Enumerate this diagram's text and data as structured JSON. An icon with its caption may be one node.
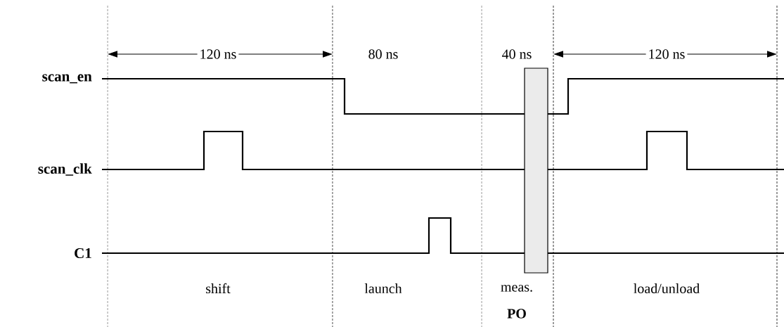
{
  "diagram": {
    "labels": [
      "120 ns",
      "80 ns",
      "40 ns",
      "120 ns",
      "scan_en",
      "scan_clk",
      "C1",
      "shift",
      "launch",
      "meas.",
      "PO",
      "load/unload"
    ]
  }
}
